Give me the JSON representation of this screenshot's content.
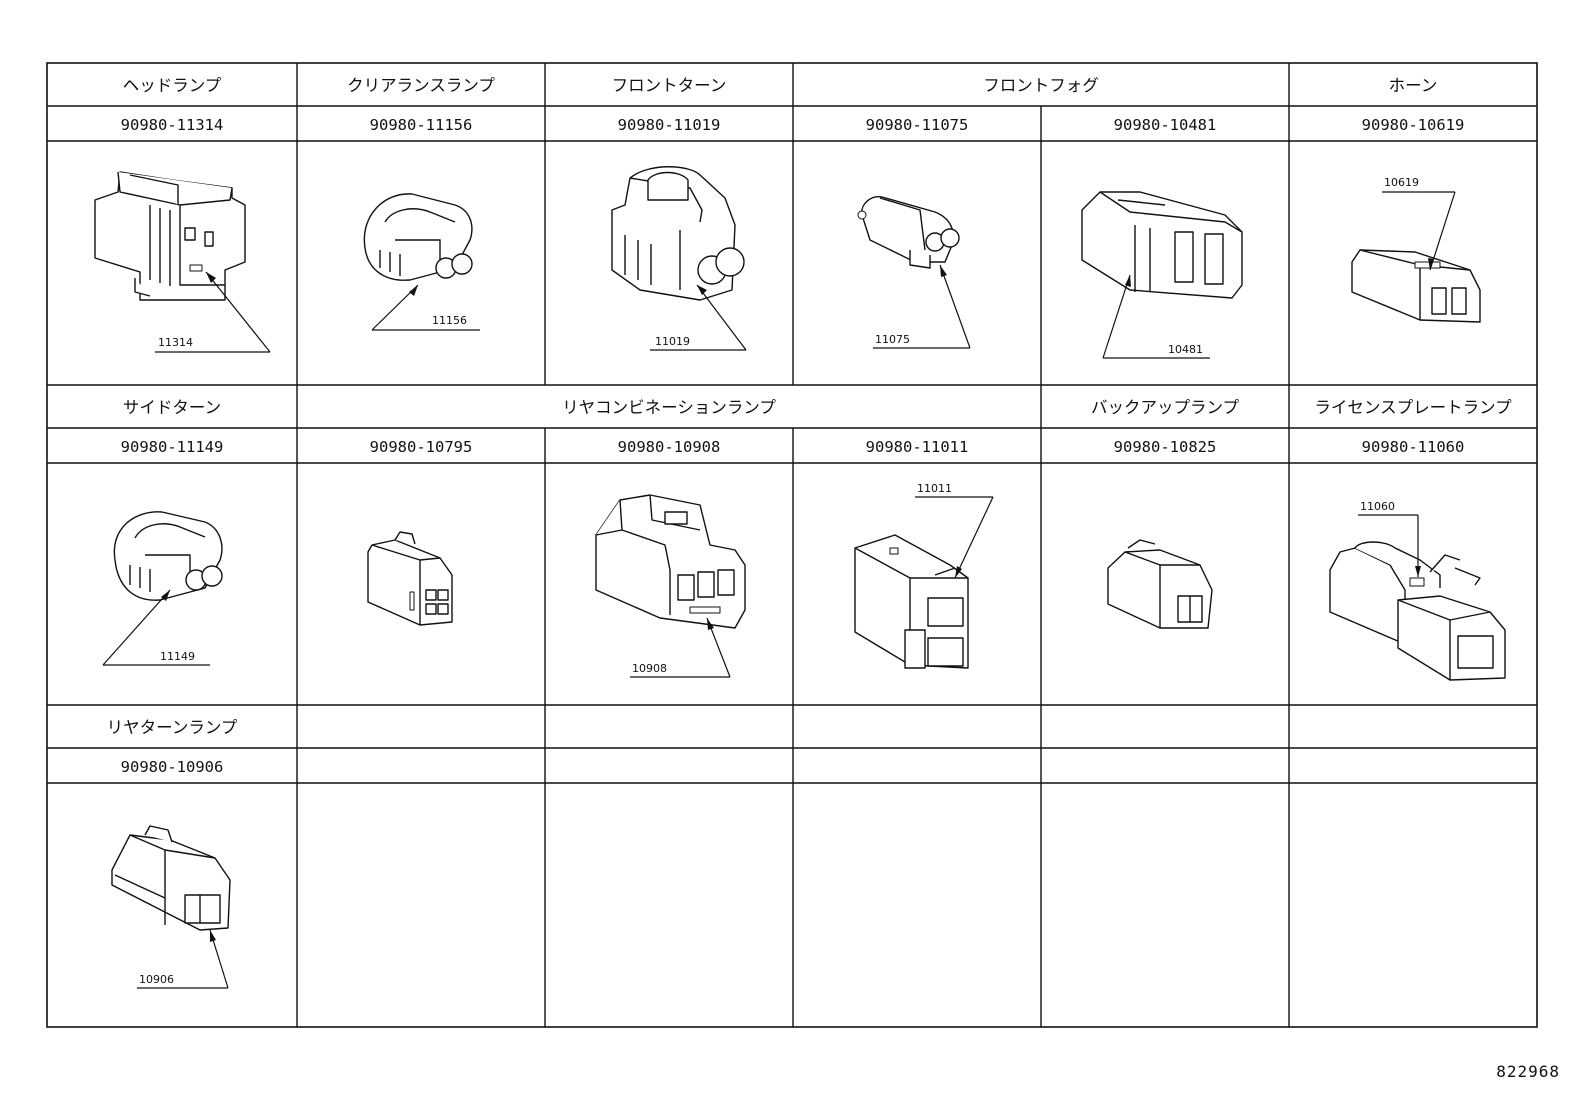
{
  "row1": {
    "headers": [
      "ヘッドランプ",
      "クリアランスランプ",
      "フロントターン",
      "フロントフォグ",
      "ホーン"
    ],
    "part_numbers": [
      "90980-11314",
      "90980-11156",
      "90980-11019",
      "90980-11075",
      "90980-10481",
      "90980-10619"
    ],
    "callouts": [
      "11314",
      "11156",
      "11019",
      "11075",
      "10481",
      "10619"
    ]
  },
  "row2": {
    "headers": [
      "サイドターン",
      "リヤコンビネーションランプ",
      "バックアップランプ",
      "ライセンスプレートランプ"
    ],
    "part_numbers": [
      "90980-11149",
      "90980-10795",
      "90980-10908",
      "90980-11011",
      "90980-10825",
      "90980-11060"
    ],
    "callouts": [
      "11149",
      "10908",
      "11011",
      "11060"
    ]
  },
  "row3": {
    "headers": [
      "リヤターンランプ"
    ],
    "part_numbers": [
      "90980-10906"
    ],
    "callouts": [
      "10906"
    ]
  },
  "figure_id": "822968"
}
